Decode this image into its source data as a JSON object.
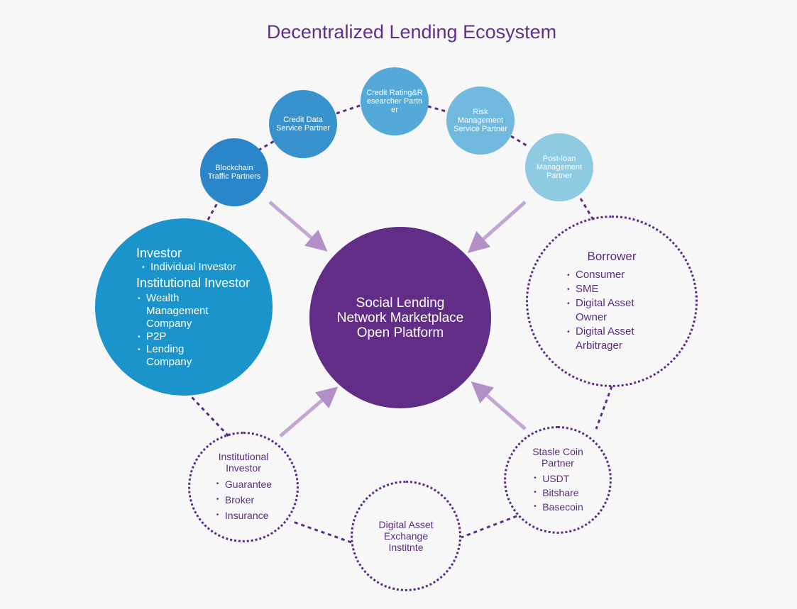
{
  "title": "Decentralized Lending Ecosystem",
  "partners": [
    {
      "label": "Blockchain Traffic Partners",
      "color": "#2a86c8"
    },
    {
      "label": "Credit Data Service Partner",
      "color": "#3a92cc"
    },
    {
      "label": "Credit Rating&Researcher Partner",
      "color": "#54a9d9"
    },
    {
      "label": "Risk Management Service Partner",
      "color": "#72b9df"
    },
    {
      "label": "Post-loan Management Partner",
      "color": "#8ecbe3"
    }
  ],
  "center": {
    "label": "Social Lending Network Marketplace Open Platform",
    "color": "#622d86"
  },
  "investor": {
    "heading1": "Investor",
    "items1": [
      "Individual Investor"
    ],
    "heading2": "Institutional Investor",
    "items2": [
      "Wealth Management Company",
      "P2P",
      "Lending Company"
    ],
    "color": "#1b93cb"
  },
  "borrower": {
    "heading": "Borrower",
    "items": [
      "Consumer",
      "SME",
      "Digital Asset Owner",
      "Digital Asset Arbitrager"
    ]
  },
  "institutional": {
    "heading": "Institutional Investor",
    "items": [
      "Guarantee",
      "Broker",
      "Insurance"
    ]
  },
  "exchange": {
    "label": "Digital Asset Exchange Institnte"
  },
  "stablecoin": {
    "heading": "Stasle Coin Partner",
    "items": [
      "USDT",
      "Bitshare",
      "Basecoin"
    ]
  }
}
